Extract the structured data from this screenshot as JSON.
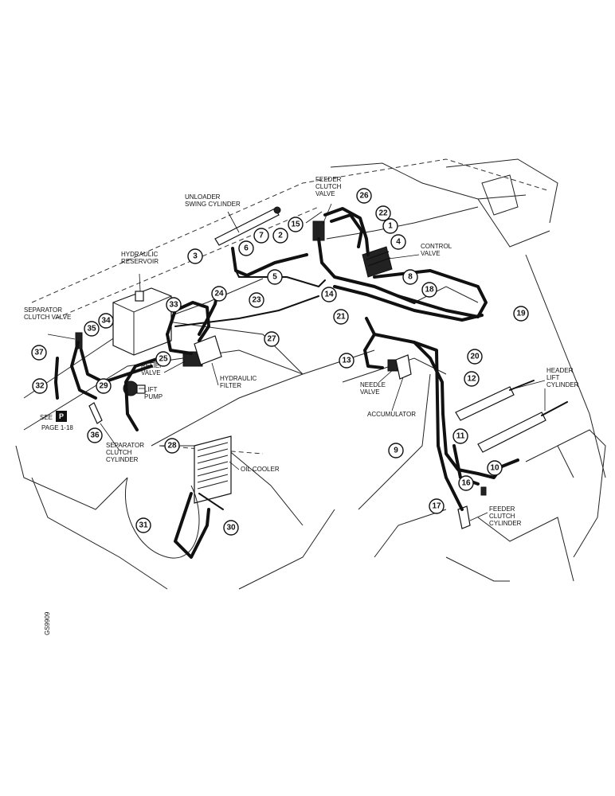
{
  "labels": {
    "unloader": "UNLOADER\nSWING CYLINDER",
    "feeder_valve": "FEEDER\nCLUTCH\nVALVE",
    "control_valve": "CONTROL\nVALVE",
    "hyd_reservoir": "HYDRAULIC\nRESERVOIR",
    "sep_valve": "SEPARATOR\nCLUTCH VALVE",
    "relief": "RELIEF\nVALVE",
    "hyd_filter": "HYDRAULIC\nFILTER",
    "lift_pump": "LIFT\nPUMP",
    "see": "SEE",
    "see_badge": "P",
    "page_ref": "PAGE 1-18",
    "sep_cyl": "SEPARATOR\nCLUTCH\nCYLINDER",
    "oil_cooler": "OIL COOLER",
    "needle": "NEEDLE\nVALVE",
    "accumulator": "ACCUMULATOR",
    "header_lift": "HEADER\nLIFT\nCYLINDER",
    "feeder_cyl": "FEEDER\nCLUTCH\nCYLINDER",
    "side_code": "GS9909"
  },
  "callouts": {
    "n1": "1",
    "n2": "2",
    "n3": "3",
    "n4": "4",
    "n5": "5",
    "n6": "6",
    "n7": "7",
    "n8": "8",
    "n9": "9",
    "n10": "10",
    "n11": "11",
    "n12": "12",
    "n13": "13",
    "n14": "14",
    "n15": "15",
    "n16": "16",
    "n17": "17",
    "n18": "18",
    "n19": "19",
    "n20": "20",
    "n21": "21",
    "n22": "22",
    "n23": "23",
    "n24": "24",
    "n25": "25",
    "n26": "26",
    "n27": "27",
    "n28": "28",
    "n29": "29",
    "n30": "30",
    "n31": "31",
    "n32": "32",
    "n33": "33",
    "n34": "34",
    "n35": "35",
    "n36": "36",
    "n37": "37"
  }
}
